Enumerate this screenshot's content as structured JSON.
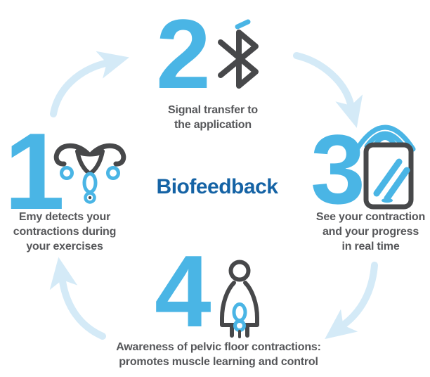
{
  "title": "Biofeedback",
  "colors": {
    "accent_blue": "#4ab5e5",
    "dark_blue": "#1563a5",
    "arrow_pale_blue": "#d4eaf7",
    "icon_gray": "#47484a",
    "text_gray": "#56575a"
  },
  "steps": [
    {
      "number": "1",
      "icon": "uterus-icon",
      "caption": "Emy detects your\ncontractions during\nyour exercises"
    },
    {
      "number": "2",
      "icon": "bluetooth-icon",
      "caption": "Signal transfer to\nthe application"
    },
    {
      "number": "3",
      "icon": "smartphone-signal-icon",
      "caption": "See your contraction\nand your progress\nin real time"
    },
    {
      "number": "4",
      "icon": "pelvic-floor-person-icon",
      "caption": "Awareness of pelvic floor contractions:\npromotes muscle learning and control"
    }
  ],
  "arrows": [
    "step1-to-step2",
    "step2-to-step3",
    "step3-to-step4",
    "step4-to-step1"
  ]
}
